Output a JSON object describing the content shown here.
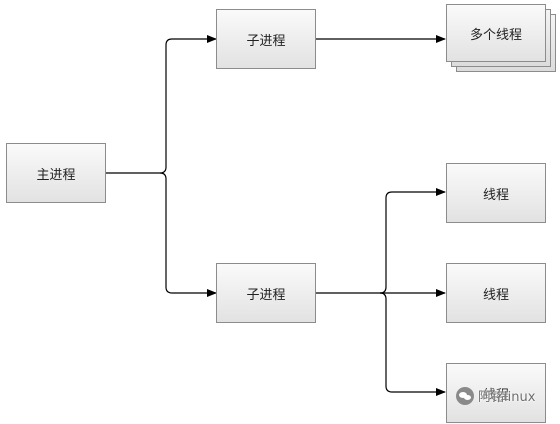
{
  "nodes": {
    "main_process": "主进程",
    "child_process_1": "子进程",
    "child_process_2": "子进程",
    "multi_threads": "多个线程",
    "thread_1": "线程",
    "thread_2": "线程",
    "thread_3": "线程"
  },
  "watermark": {
    "icon": "wechat-icon",
    "text": "阿铭linux"
  },
  "colors": {
    "line": "#000000",
    "box_border": "#8c8c8c"
  }
}
